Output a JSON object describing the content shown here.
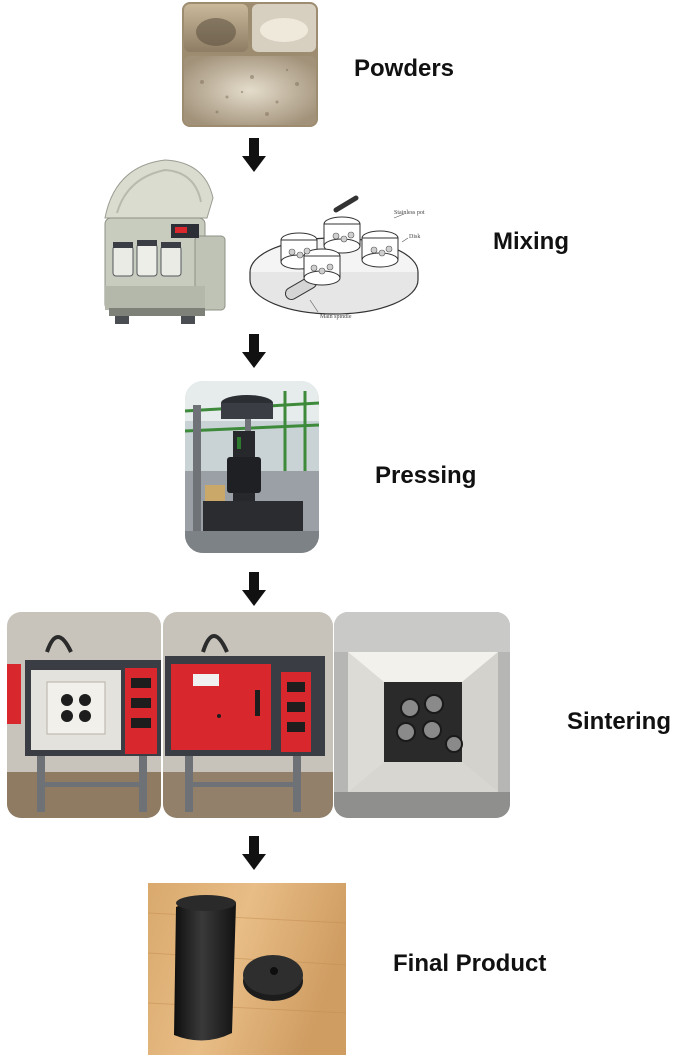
{
  "steps": {
    "powders": "Powders",
    "mixing": "Mixing",
    "pressing": "Pressing",
    "sintering": "Sintering",
    "final": "Final Product"
  },
  "schematic": {
    "pot": "Stainless pot",
    "disk": "Disk",
    "spindle": "Main spindle"
  },
  "colors": {
    "arrow": "#111111",
    "furnace_red": "#d8282e",
    "furnace_body": "#3a3d44",
    "product": "#1c1c1c"
  },
  "icons": [
    "down-arrow-icon"
  ]
}
